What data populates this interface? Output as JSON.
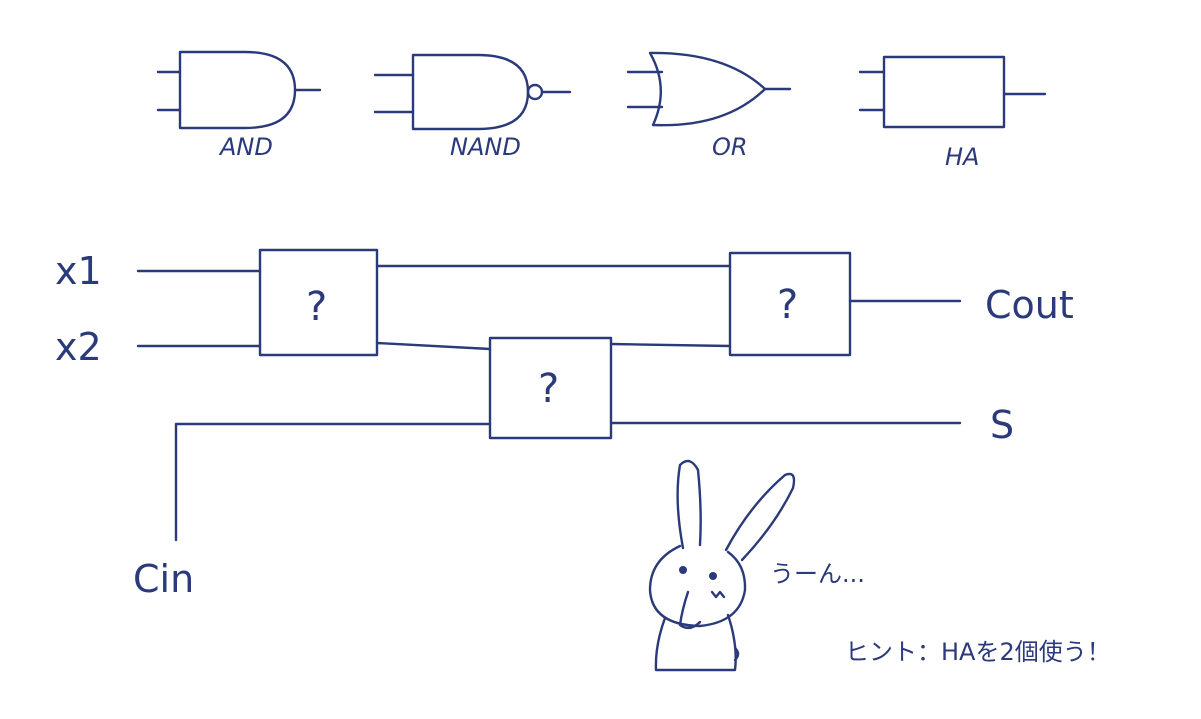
{
  "legend": {
    "and_label": "AND",
    "nand_label": "NAND",
    "or_label": "OR",
    "ha_label": "HA"
  },
  "circuit": {
    "inputs": [
      "x1",
      "x2"
    ],
    "carry_in": "Cin",
    "outputs": {
      "carry_out": "Cout",
      "sum": "S"
    },
    "unknown_blocks": [
      "?",
      "?",
      "?"
    ]
  },
  "rabbit": {
    "thought": "うーん...",
    "hint": "ヒント：HAを2個使う！"
  },
  "colors": {
    "ink": "#2b3a7a",
    "paper": "#ffffff"
  }
}
